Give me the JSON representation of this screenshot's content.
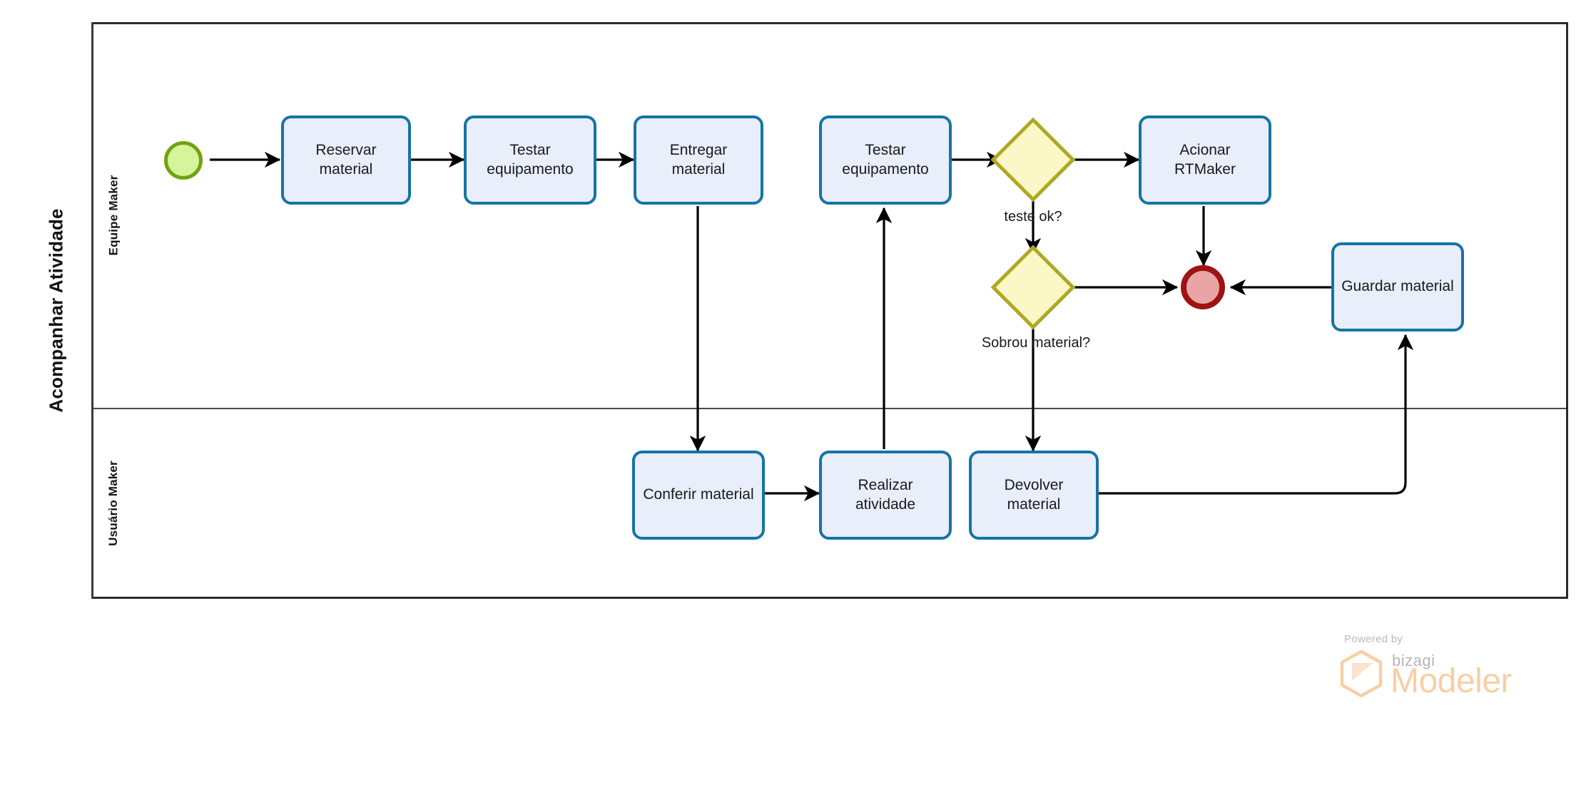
{
  "diagram": {
    "type": "bpmn-process",
    "pool": {
      "name": "Acompanhar Atividade"
    },
    "lanes": [
      {
        "id": "lane-equipe",
        "name": "Equipe Maker"
      },
      {
        "id": "lane-usuario",
        "name": "Usuário Maker"
      }
    ],
    "events": [
      {
        "id": "start-1",
        "kind": "start-event",
        "lane": "lane-equipe",
        "label": "",
        "fill": "#d7f49a",
        "stroke": "#6fa312"
      },
      {
        "id": "end-1",
        "kind": "end-event",
        "lane": "lane-equipe",
        "label": "",
        "fill": "#e9a5a5",
        "stroke": "#9e1313"
      }
    ],
    "tasks": [
      {
        "id": "t1",
        "lane": "lane-equipe",
        "line1": "Reservar",
        "line2": "material"
      },
      {
        "id": "t2",
        "lane": "lane-equipe",
        "line1": "Testar",
        "line2": "equipamento"
      },
      {
        "id": "t3",
        "lane": "lane-equipe",
        "line1": "Entregar",
        "line2": "material"
      },
      {
        "id": "t4",
        "lane": "lane-equipe",
        "line1": "Testar",
        "line2": "equipamento"
      },
      {
        "id": "t5",
        "lane": "lane-equipe",
        "line1": "Acionar RTMaker",
        "line2": ""
      },
      {
        "id": "t6",
        "lane": "lane-equipe",
        "line1": "Guardar material",
        "line2": ""
      },
      {
        "id": "t7",
        "lane": "lane-usuario",
        "line1": "Conferir material",
        "line2": ""
      },
      {
        "id": "t8",
        "lane": "lane-usuario",
        "line1": "Realizar",
        "line2": "atividade"
      },
      {
        "id": "t9",
        "lane": "lane-usuario",
        "line1": "Devolver",
        "line2": "material"
      }
    ],
    "gateways": [
      {
        "id": "g1",
        "kind": "exclusive-gateway",
        "lane": "lane-equipe",
        "label": "teste ok?",
        "fill": "#fbf7c6",
        "stroke": "#b0a724"
      },
      {
        "id": "g2",
        "kind": "exclusive-gateway",
        "lane": "lane-equipe",
        "label": "Sobrou material?",
        "fill": "#fbf7c6",
        "stroke": "#b0a724"
      }
    ],
    "flow_labels": [
      {
        "id": "fl1",
        "text": "teste ok?"
      },
      {
        "id": "fl2",
        "text": "Sobrou material?"
      }
    ],
    "sequence_flows": [
      {
        "from": "start-1",
        "to": "t1"
      },
      {
        "from": "t1",
        "to": "t2"
      },
      {
        "from": "t2",
        "to": "t3"
      },
      {
        "from": "t3",
        "to": "t7"
      },
      {
        "from": "t7",
        "to": "t8"
      },
      {
        "from": "t8",
        "to": "t4"
      },
      {
        "from": "t4",
        "to": "g1"
      },
      {
        "from": "g1",
        "to": "t5"
      },
      {
        "from": "g1",
        "to": "g2",
        "label": "teste ok?"
      },
      {
        "from": "t5",
        "to": "end-1"
      },
      {
        "from": "g2",
        "to": "end-1"
      },
      {
        "from": "g2",
        "to": "t9",
        "label": "Sobrou material?"
      },
      {
        "from": "t9",
        "to": "t6"
      },
      {
        "from": "t6",
        "to": "end-1"
      }
    ],
    "colors": {
      "task_fill": "#e9eefb",
      "task_stroke": "#1773a5",
      "gateway_fill": "#fbf7c6",
      "gateway_stroke": "#b0a724",
      "start_fill": "#d7f49a",
      "start_stroke": "#6fa312",
      "end_fill": "#e9a5a5",
      "end_stroke": "#9e1313",
      "connector": "#000000",
      "pool_border": "#2b2b2b"
    }
  },
  "watermark": {
    "powered_by": "Powered by",
    "brand": "bizagi",
    "product": "Modeler",
    "brand_color": "#b5b5b5",
    "product_color": "#f7cfa5"
  }
}
